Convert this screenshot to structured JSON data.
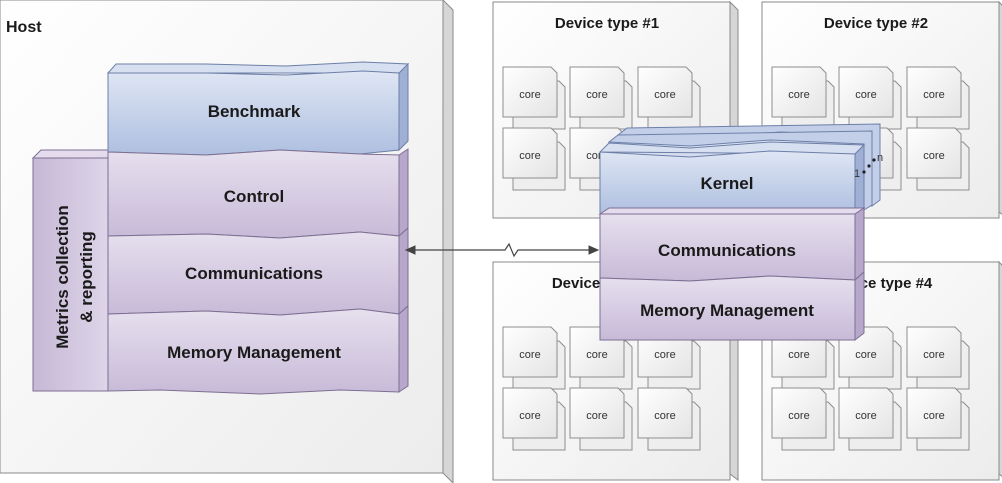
{
  "host": {
    "title": "Host",
    "layers": {
      "benchmark": "Benchmark",
      "control": "Control",
      "communications": "Communications",
      "memory": "Memory Management"
    },
    "metrics": {
      "line1": "Metrics collection",
      "line2": "& reporting"
    }
  },
  "devices": [
    {
      "title": "Device type #1"
    },
    {
      "title": "Device type #2"
    },
    {
      "title": "Device"
    },
    {
      "title": "ce type #4"
    }
  ],
  "core_label": "core",
  "device_stack": {
    "kernel": "Kernel",
    "communications": "Communications",
    "memory": "Memory Management",
    "range_start": "1",
    "range_end": "n"
  },
  "colors": {
    "benchmark": "#bccbe6",
    "kernel": "#bccbe6",
    "layer": "#d7cfe2",
    "layer_dark": "#c9bcd8",
    "panel_border": "#7a7a7a"
  }
}
